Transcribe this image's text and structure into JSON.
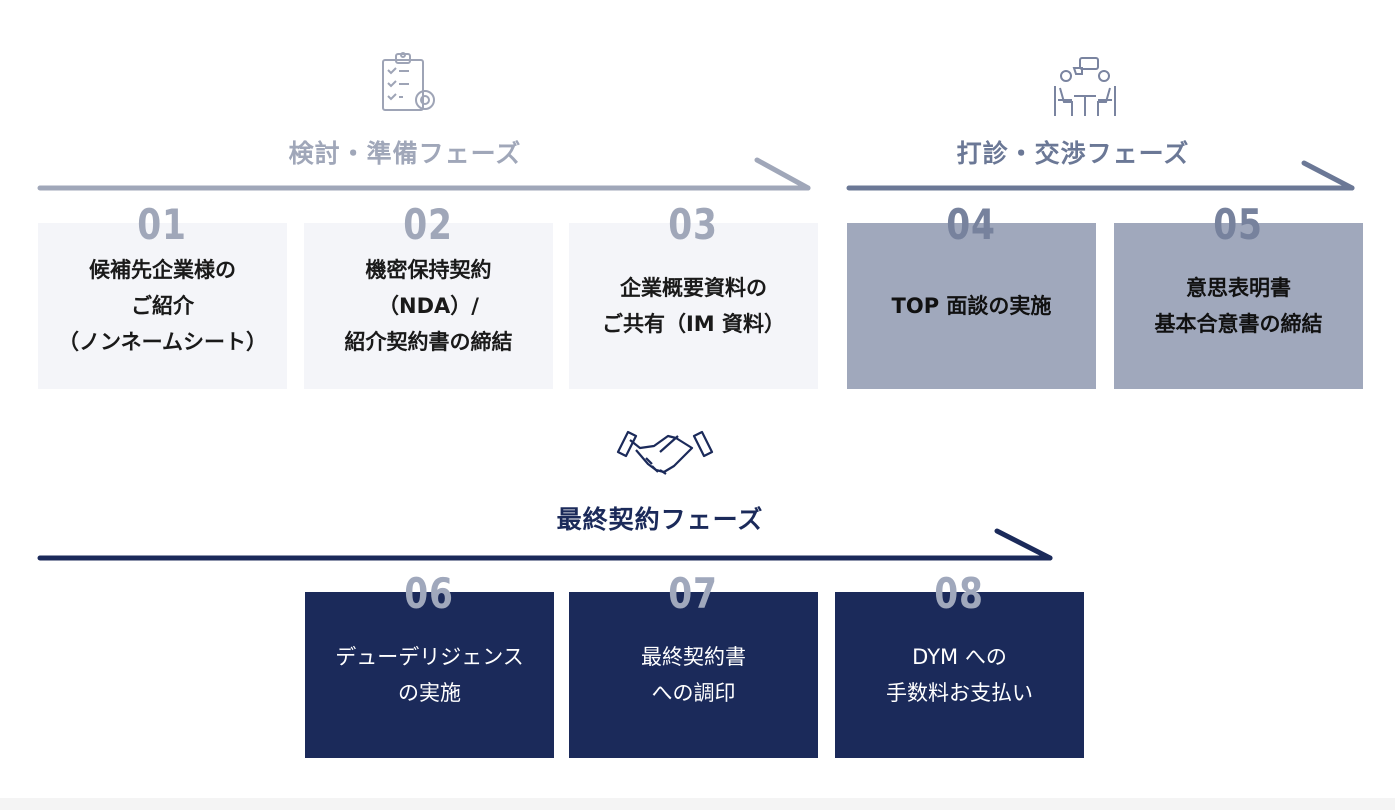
{
  "colors": {
    "phase1": "#a0a7b9",
    "phase2": "#6b7896",
    "phase3": "#1b2a5a",
    "phase1_box": "#f4f5f9",
    "phase2_box": "#a0a8bc"
  },
  "phases": [
    {
      "title": "検討・準備フェーズ",
      "icon": "clipboard-checklist-gear-icon",
      "steps": [
        {
          "num": "01",
          "text": "候補先企業様の\nご紹介\n（ノンネームシート）"
        },
        {
          "num": "02",
          "text": "機密保持契約\n（NDA）/\n紹介契約書の締結"
        },
        {
          "num": "03",
          "text": "企業概要資料の\nご共有（IM 資料）"
        }
      ]
    },
    {
      "title": "打診・交渉フェーズ",
      "icon": "meeting-people-icon",
      "steps": [
        {
          "num": "04",
          "text": "TOP 面談の実施"
        },
        {
          "num": "05",
          "text": "意思表明書\n基本合意書の締結"
        }
      ]
    },
    {
      "title": "最終契約フェーズ",
      "icon": "handshake-icon",
      "steps": [
        {
          "num": "06",
          "text": "デューデリジェンス\nの実施"
        },
        {
          "num": "07",
          "text": "最終契約書\nへの調印"
        },
        {
          "num": "08",
          "text": "DYM への\n手数料お支払い"
        }
      ]
    }
  ]
}
